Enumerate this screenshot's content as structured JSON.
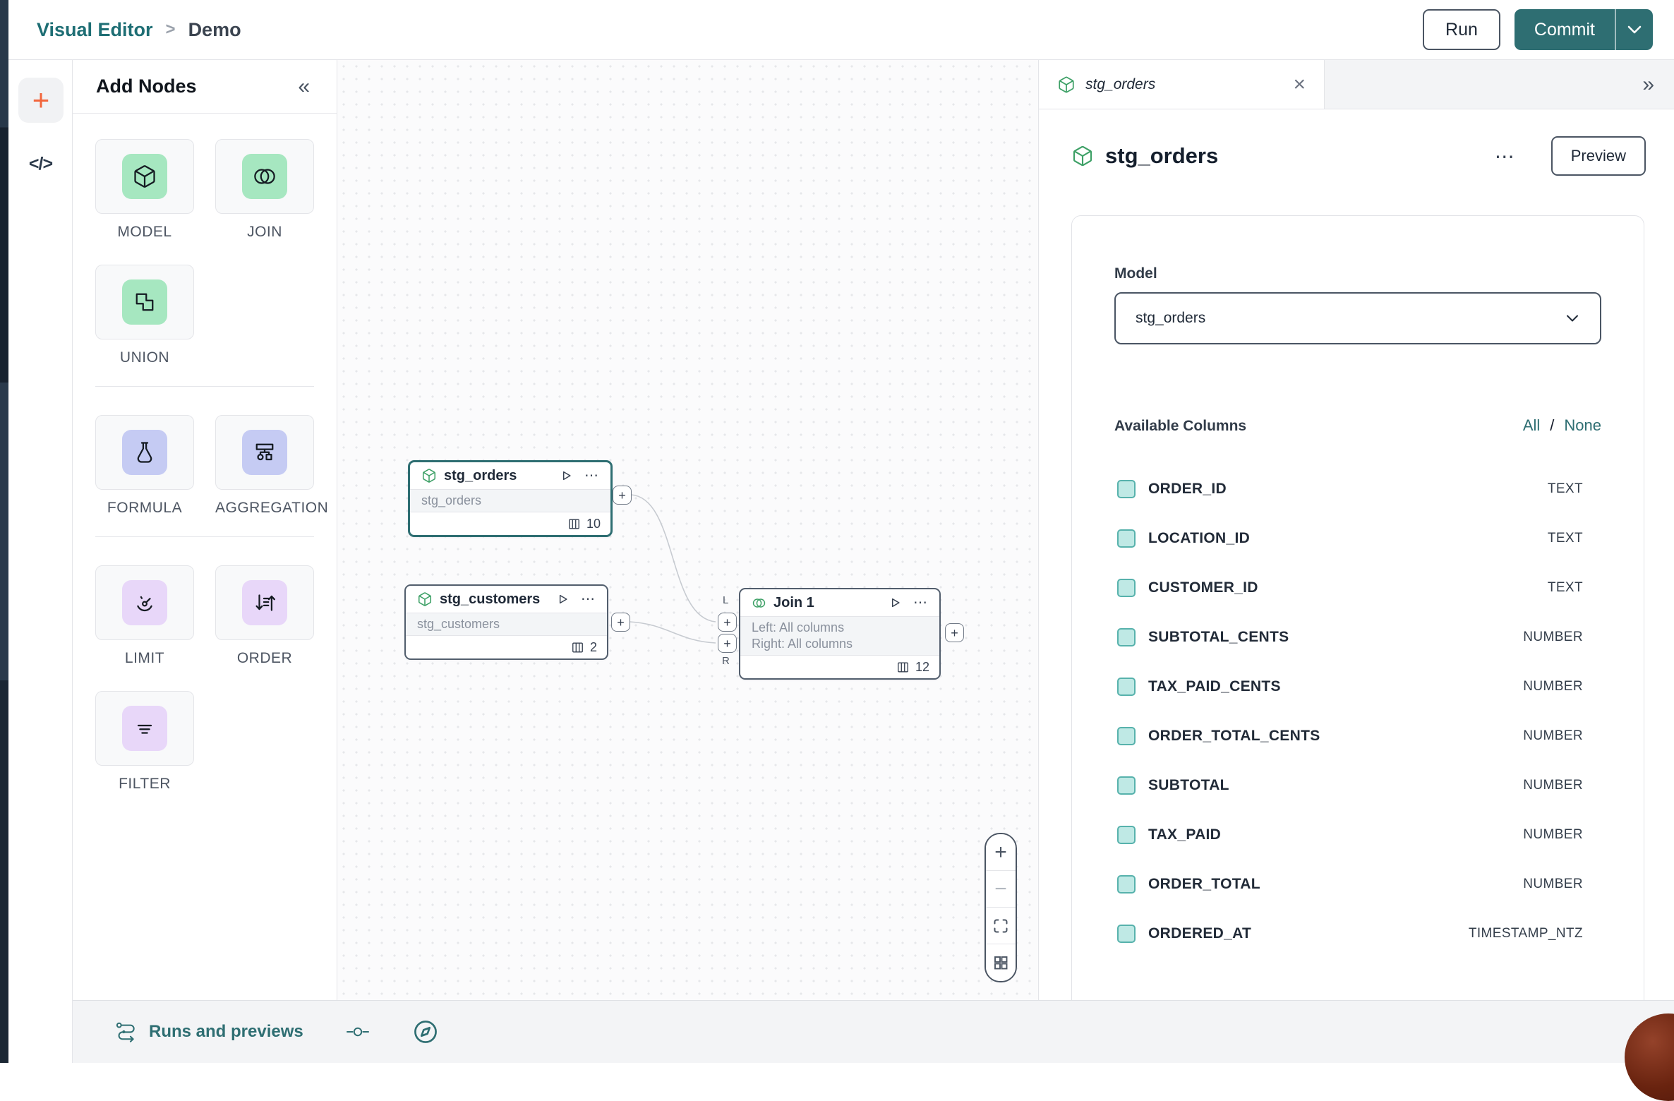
{
  "header": {
    "breadcrumb": {
      "root": "Visual Editor",
      "separator": ">",
      "current": "Demo"
    },
    "run_label": "Run",
    "commit_label": "Commit"
  },
  "add_nodes": {
    "title": "Add Nodes",
    "tiles": [
      {
        "label": "MODEL"
      },
      {
        "label": "JOIN"
      },
      {
        "label": "UNION"
      },
      {
        "label": "FORMULA"
      },
      {
        "label": "AGGREGATION"
      },
      {
        "label": "LIMIT"
      },
      {
        "label": "ORDER"
      },
      {
        "label": "FILTER"
      }
    ]
  },
  "canvas": {
    "nodes": {
      "stg_orders": {
        "title": "stg_orders",
        "subtitle": "stg_orders",
        "column_count": "10"
      },
      "stg_customers": {
        "title": "stg_customers",
        "subtitle": "stg_customers",
        "column_count": "2"
      },
      "join": {
        "title": "Join 1",
        "left_line": "Left: All columns",
        "right_line": "Right: All columns",
        "column_count": "12",
        "left_port_label": "L",
        "right_port_label": "R"
      }
    }
  },
  "inspector": {
    "tab_title": "stg_orders",
    "title": "stg_orders",
    "preview_label": "Preview",
    "model_label": "Model",
    "model_value": "stg_orders",
    "available_columns_label": "Available Columns",
    "all_label": "All",
    "links_separator": "/",
    "none_label": "None",
    "columns": [
      {
        "name": "ORDER_ID",
        "type": "TEXT"
      },
      {
        "name": "LOCATION_ID",
        "type": "TEXT"
      },
      {
        "name": "CUSTOMER_ID",
        "type": "TEXT"
      },
      {
        "name": "SUBTOTAL_CENTS",
        "type": "NUMBER"
      },
      {
        "name": "TAX_PAID_CENTS",
        "type": "NUMBER"
      },
      {
        "name": "ORDER_TOTAL_CENTS",
        "type": "NUMBER"
      },
      {
        "name": "SUBTOTAL",
        "type": "NUMBER"
      },
      {
        "name": "TAX_PAID",
        "type": "NUMBER"
      },
      {
        "name": "ORDER_TOTAL",
        "type": "NUMBER"
      },
      {
        "name": "ORDERED_AT",
        "type": "TIMESTAMP_NTZ"
      }
    ]
  },
  "bottom_bar": {
    "runs_label": "Runs and previews"
  },
  "glyphs": {
    "collapse": "«",
    "expand": "»",
    "close": "×",
    "ellipsis": "⋯",
    "plus": "+",
    "minus": "−",
    "code": "</>"
  },
  "colors": {
    "accent_teal": "#2e6e72",
    "green_icon_bg": "#a6e7c0",
    "periwinkle_icon_bg": "#c5cbf3",
    "purple_icon_bg": "#e8d7f9",
    "checkbox_fill": "#bfe9e5",
    "checkbox_border": "#57b2ac",
    "plus_orange": "#f2663c"
  }
}
